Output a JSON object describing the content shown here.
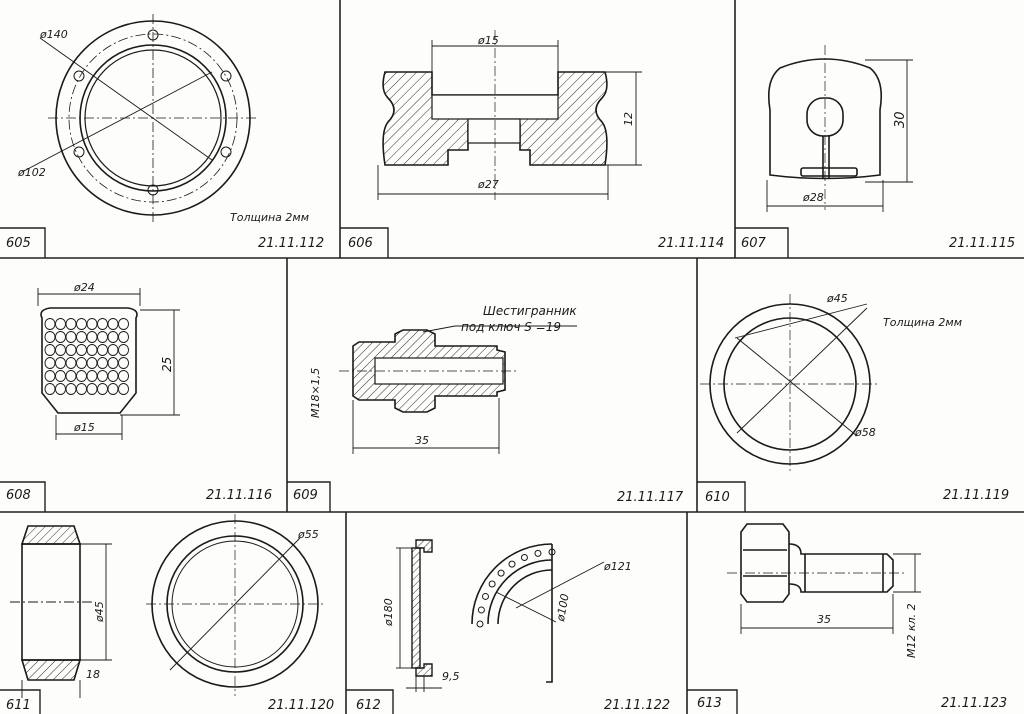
{
  "panels": [
    {
      "number": "605",
      "code": "21.11.112",
      "dims": {
        "outer": "ø140",
        "inner": "ø102"
      },
      "note": "Толщина 2мм"
    },
    {
      "number": "606",
      "code": "21.11.114",
      "dims": {
        "top": "ø15",
        "height": "12",
        "bottom": "ø27"
      }
    },
    {
      "number": "607",
      "code": "21.11.115",
      "dims": {
        "height": "30",
        "width": "ø28"
      }
    },
    {
      "number": "608",
      "code": "21.11.116",
      "dims": {
        "top": "ø24",
        "height": "25",
        "bottom": "ø15"
      }
    },
    {
      "number": "609",
      "code": "21.11.117",
      "dims": {
        "thread": "M18×1,5",
        "length": "35"
      },
      "note_line1": "Шестигранник",
      "note_line2": "под ключ  S =19"
    },
    {
      "number": "610",
      "code": "21.11.119",
      "dims": {
        "inner": "ø45",
        "outer": "ø58"
      },
      "note": "Толщина 2мм"
    },
    {
      "number": "611",
      "code": "21.11.120",
      "dims": {
        "diameter": "ø45",
        "outer": "ø55",
        "thickness": "18"
      }
    },
    {
      "number": "612",
      "code": "21.11.122",
      "dims": {
        "height": "ø180",
        "outer": "ø121",
        "inner": "ø100",
        "thickness": "9,5"
      }
    },
    {
      "number": "613",
      "code": "21.11.123",
      "dims": {
        "length": "35",
        "thread": "M12 кл. 2"
      }
    }
  ],
  "colors": {
    "ink": "#1a1a1a",
    "paper": "#fdfdfb"
  }
}
